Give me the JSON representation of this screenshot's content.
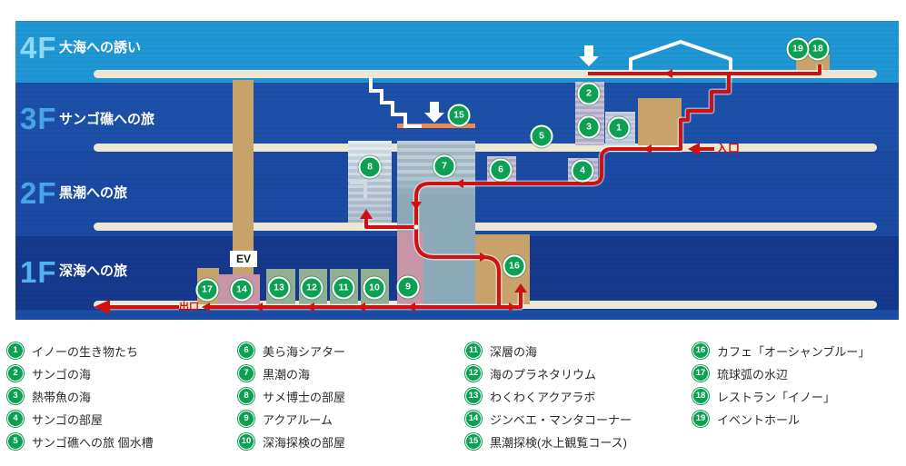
{
  "map": {
    "floors": [
      {
        "code": "4F",
        "name": "大海への誘い"
      },
      {
        "code": "3F",
        "name": "サンゴ礁への旅"
      },
      {
        "code": "2F",
        "name": "黒潮への旅"
      },
      {
        "code": "1F",
        "name": "深海への旅"
      }
    ],
    "labels": {
      "entrance": "入口",
      "exit": "出口",
      "elevator": "EV"
    },
    "markers": [
      "1",
      "2",
      "3",
      "4",
      "5",
      "6",
      "7",
      "8",
      "9",
      "10",
      "11",
      "12",
      "13",
      "14",
      "15",
      "16",
      "17",
      "18",
      "19"
    ]
  },
  "legend": {
    "columns": [
      [
        {
          "n": "1",
          "label": "イノーの生き物たち"
        },
        {
          "n": "2",
          "label": "サンゴの海"
        },
        {
          "n": "3",
          "label": "熱帯魚の海"
        },
        {
          "n": "4",
          "label": "サンゴの部屋"
        },
        {
          "n": "5",
          "label": "サンゴ礁への旅 個水槽"
        }
      ],
      [
        {
          "n": "6",
          "label": "美ら海シアター"
        },
        {
          "n": "7",
          "label": "黒潮の海"
        },
        {
          "n": "8",
          "label": "サメ博士の部屋"
        },
        {
          "n": "9",
          "label": "アクアルーム"
        },
        {
          "n": "10",
          "label": "深海探検の部屋"
        }
      ],
      [
        {
          "n": "11",
          "label": "深層の海"
        },
        {
          "n": "12",
          "label": "海のプラネタリウム"
        },
        {
          "n": "13",
          "label": "わくわくアクアラボ"
        },
        {
          "n": "14",
          "label": "ジンベエ・マンタコーナー"
        },
        {
          "n": "15",
          "label": "黒潮探検(水上観覧コース)"
        }
      ],
      [
        {
          "n": "16",
          "label": "カフェ「オーシャンブルー」"
        },
        {
          "n": "17",
          "label": "琉球弧の水辺"
        },
        {
          "n": "18",
          "label": "レストラン「イノー」"
        },
        {
          "n": "19",
          "label": "イベントホール"
        }
      ]
    ]
  },
  "colors": {
    "band_4f": "#1f97d4",
    "band_3f": "#1c50a8",
    "band_2f": "#1b4aa2",
    "band_1f": "#15398c",
    "floor_line": "#ede6d3",
    "route_red": "#cf1111",
    "marker_green": "#0ca152",
    "block_tan": "#c7a36b",
    "block_pink": "#c795a6",
    "block_sage": "#90af95",
    "tank_gray": "#8ca9b8",
    "tank_lavender": "#b3adc8",
    "stair_orange": "#ef8a50"
  }
}
